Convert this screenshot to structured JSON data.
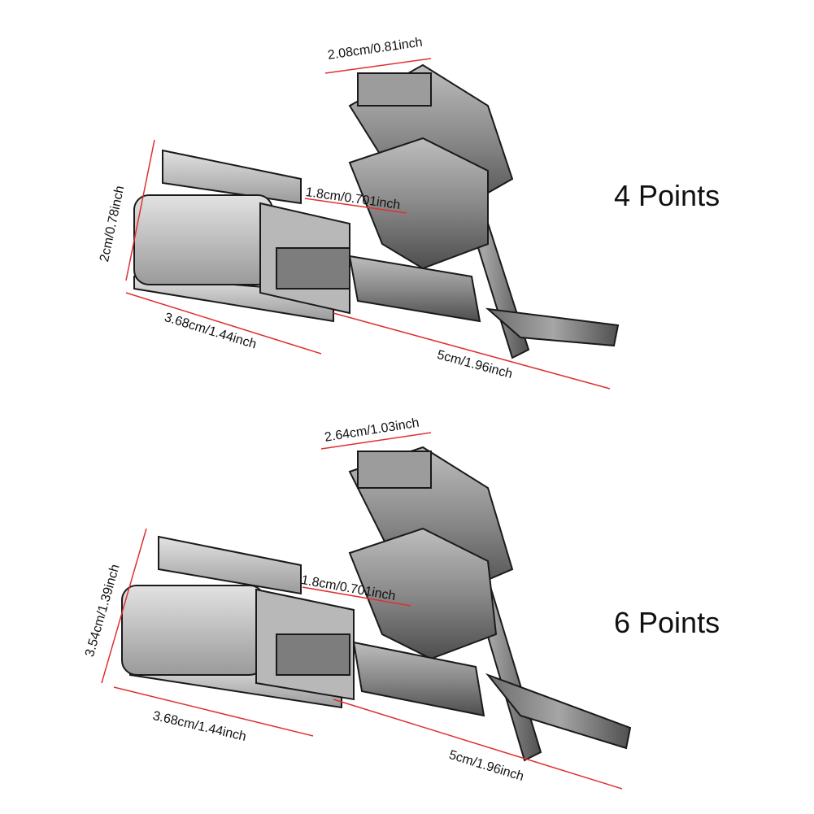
{
  "colors": {
    "dimension_line": "#e03030",
    "metal_light": "#c9c9c9",
    "metal_dark": "#4a4a4a",
    "outline": "#1a1a1a"
  },
  "panels": [
    {
      "label": "4 Points",
      "dims": {
        "top_width": "2.08cm/0.81inch",
        "height": "2cm/0.78inch",
        "teeth": "1.8cm/0.701inch",
        "body_length": "3.68cm/1.44inch",
        "shaft_length": "5cm/1.96inch"
      }
    },
    {
      "label": "6 Points",
      "dims": {
        "top_width": "2.64cm/1.03inch",
        "height": "3.54cm/1.39inch",
        "teeth": "1.8cm/0.701inch",
        "body_length": "3.68cm/1.44inch",
        "shaft_length": "5cm/1.96inch"
      }
    }
  ]
}
